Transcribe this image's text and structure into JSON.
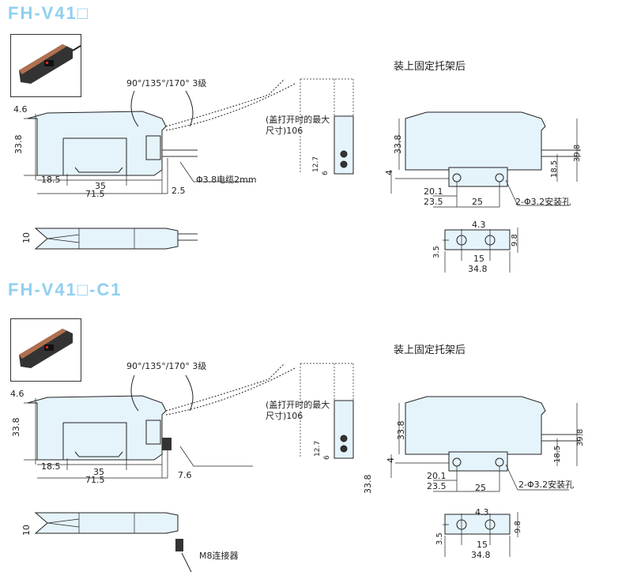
{
  "sections": [
    {
      "title": "FH-V41□",
      "angle": "90°/135°/170°  3级",
      "d_4_6": "4.6",
      "d_33_8": "33.8",
      "d_18_5": "18.5",
      "d_35": "35",
      "d_71_5": "71.5",
      "d_right": "2.5",
      "callout": "Φ3.8电缆2mm",
      "lid_note_1": "(盖打开时的最大",
      "lid_note_2": "尺寸)106",
      "d_12_7": "12.7",
      "d_6": "6",
      "bracket_caption": "装上固定托架后",
      "b_33_8": "33.8",
      "b_4": "4",
      "b_20_1": "20.1",
      "b_23_5": "23.5",
      "b_25": "25",
      "b_holes": "2-Φ3.2安装孔",
      "b_18_5": "18.5",
      "b_39_8": "39.8",
      "f_4_3": "4.3",
      "f_3_5": "3.5",
      "f_15": "15",
      "f_34_8": "34.8",
      "f_9_8": "9.8",
      "top_10": "10"
    },
    {
      "title": "FH-V41□-C1",
      "angle": "90°/135°/170°  3级",
      "d_4_6": "4.6",
      "d_33_8": "33.8",
      "d_18_5": "18.5",
      "d_35": "35",
      "d_71_5": "71.5",
      "d_right": "7.6",
      "lid_note_1": "(盖打开时的最大",
      "lid_note_2": "尺寸)106",
      "d_12_7": "12.7",
      "d_6": "6",
      "extra_33_8": "33.8",
      "bracket_caption": "装上固定托架后",
      "b_33_8": "33.8",
      "b_4": "4",
      "b_20_1": "20.1",
      "b_23_5": "23.5",
      "b_25": "25",
      "b_holes": "2-Φ3.2安装孔",
      "b_18_5": "18.5",
      "b_39_8": "39.8",
      "f_4_3": "4.3",
      "f_3_5": "3.5",
      "f_15": "15",
      "f_34_8": "34.8",
      "f_9_8": "9.8",
      "top_10": "10",
      "connector_label": "M8连接器"
    }
  ],
  "colors": {
    "title": "#8fd0f0",
    "body_fill": "#e5f3fb",
    "line": "#222222"
  }
}
